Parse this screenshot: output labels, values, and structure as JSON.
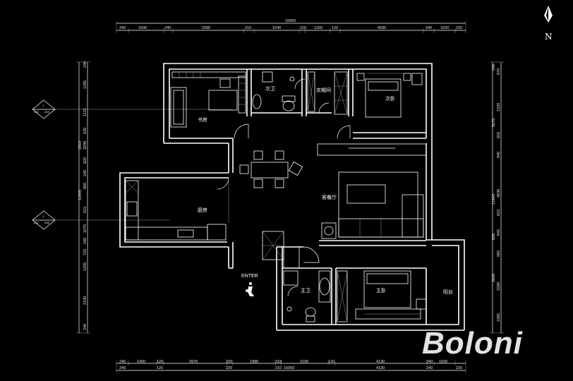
{
  "rooms": {
    "study": "书房",
    "second_bath": "次卫",
    "cloakroom": "衣帽间",
    "second_bedroom": "次卧",
    "living_dining": "客餐厅",
    "kitchen": "厨房",
    "master_bath": "主卫",
    "master_bedroom": "主卧",
    "balcony": "阳台"
  },
  "entry_label": "ENTER",
  "north_label": "N",
  "brand_logo": "Boloni",
  "tags": {
    "left_top": [
      "J",
      "232",
      "203"
    ],
    "left_bottom": [
      "J",
      "222",
      "208"
    ]
  },
  "dims": {
    "top_total": "15050",
    "top": [
      "240",
      "1690",
      "240",
      "3390",
      "210",
      "2240",
      "155",
      "1250",
      "120",
      "4035",
      "240",
      "1020",
      "220"
    ],
    "bottom_total": "15050",
    "bottom_a": [
      "240",
      "1400",
      "120",
      "2970",
      "220",
      "1980",
      "210",
      "2150",
      "120",
      "4130",
      "240",
      "1020"
    ],
    "bottom_b": [
      "240",
      "120",
      "220",
      "210",
      "15050",
      "4130",
      "240",
      "220"
    ],
    "left_total": "11645",
    "left_a": [
      "240",
      "1285",
      "1125",
      "630",
      "3290",
      "820",
      "240",
      "600",
      "615",
      "1075",
      "240",
      "725",
      "1205",
      "2190",
      "240"
    ],
    "left_b": [
      "2810"
    ],
    "right_total": "11645",
    "right": [
      "870",
      "1520",
      "650",
      "840",
      "4830",
      "615",
      "845",
      "985",
      "2280",
      "1085"
    ],
    "right_b": [
      "240",
      "5270",
      "655",
      "2000"
    ]
  }
}
